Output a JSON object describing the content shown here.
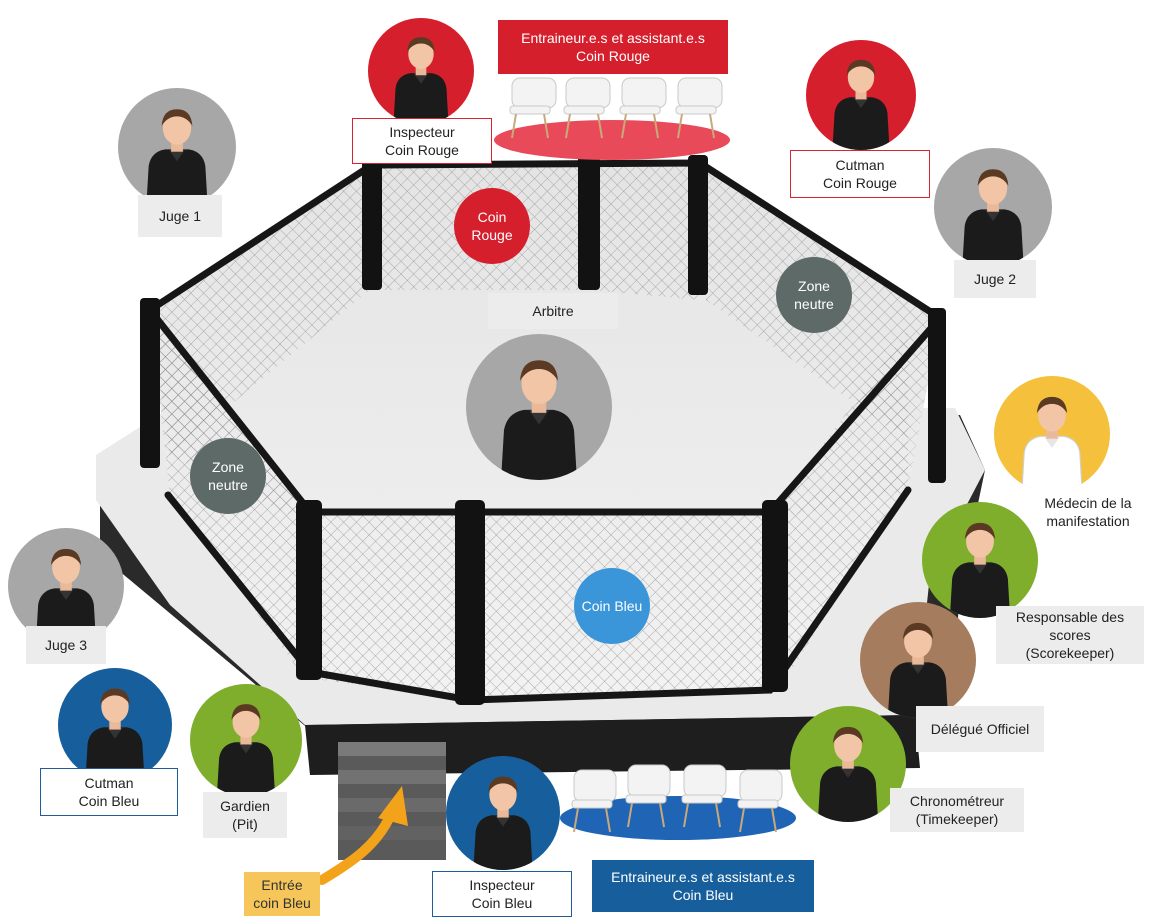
{
  "colors": {
    "red": "#d61f2c",
    "blue": "#175f9c",
    "light_blue": "#3a96d9",
    "grey": "#a7a7a7",
    "green": "#7fae2c",
    "yellow": "#f5c13c",
    "brown": "#a57c5d",
    "neutral": "#5e6a68"
  },
  "labels": {
    "inspecteur_rouge": "Inspecteur\nCoin Rouge",
    "coaches_rouge": "Entraineur.e.s et assistant.e.s\nCoin Rouge",
    "cutman_rouge": "Cutman\nCoin Rouge",
    "juge1": "Juge 1",
    "juge2": "Juge 2",
    "juge3": "Juge 3",
    "arbitre": "Arbitre",
    "medecin": "Médecin de la\nmanifestation",
    "scorekeeper": "Responsable des\nscores\n(Scorekeeper)",
    "delegue": "Délégué Officiel",
    "chrono": "Chronométreur\n(Timekeeper)",
    "cutman_bleu": "Cutman\nCoin Bleu",
    "gardien": "Gardien\n(Pit)",
    "inspecteur_bleu": "Inspecteur\nCoin Bleu",
    "coaches_bleu": "Entraineur.e.s et assistant.e.s\nCoin Bleu",
    "entree": "Entrée\ncoin Bleu"
  },
  "zones": {
    "coin_rouge": "Coin\nRouge",
    "zone_neutre_right": "Zone\nneutre",
    "zone_neutre_left": "Zone\nneutre",
    "coin_bleu": "Coin Bleu"
  }
}
